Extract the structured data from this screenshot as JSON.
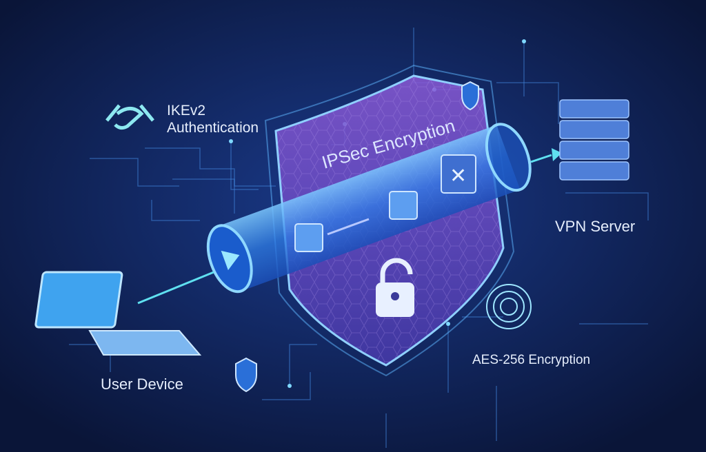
{
  "labels": {
    "ikev2": "IKEv2",
    "authentication": "Authentication",
    "ipsec": "IPSec Encryption",
    "vpn_server": "VPN Server",
    "user_device": "User Device",
    "aes": "AES-256 Encryption"
  },
  "colors": {
    "background": "#0c1a45",
    "shield": "#7b4fc4",
    "tunnel": "#3a9bf0",
    "accent": "#5fe0f0"
  },
  "icons": [
    "handshake-icon",
    "shield-icon",
    "lock-icon",
    "server-icon",
    "laptop-icon",
    "fingerprint-icon",
    "arrow-icon"
  ]
}
